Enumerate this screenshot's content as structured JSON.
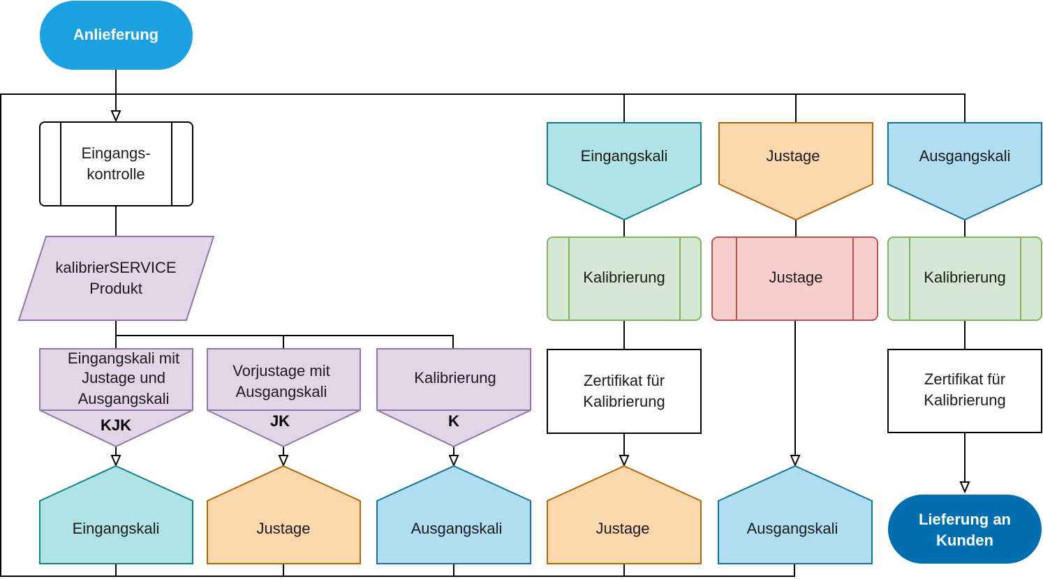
{
  "colors": {
    "start_fill": "#1ba1e2",
    "end_fill": "#006eaf",
    "teal_fill": "#b0e3e6",
    "teal_stroke": "#0e8088",
    "orange_fill": "#fad7ac",
    "orange_stroke": "#b46504",
    "blue_fill": "#b1ddf0",
    "blue_stroke": "#10739e",
    "green_fill": "#d5e8d4",
    "green_stroke": "#82b366",
    "red_fill": "#f8cecc",
    "red_stroke": "#b85450",
    "purple_fill": "#e1d5e7",
    "purple_stroke": "#9673a6"
  },
  "nodes": {
    "start": "Anlieferung",
    "eingangskontrolle": [
      "Eingangs-",
      "kontrolle"
    ],
    "produkt": [
      "kalibrierSERVICE",
      "Produkt"
    ],
    "kjk": {
      "lines": [
        "Eingangskali mit",
        "Justage und",
        "Ausgangskali"
      ],
      "code": "KJK"
    },
    "jk": {
      "lines": [
        "Vorjustage mit",
        "Ausgangskali"
      ],
      "code": "JK"
    },
    "k": {
      "lines": [
        "Kalibrierung"
      ],
      "code": "K"
    },
    "offpage_eingangskali_out": "Eingangskali",
    "offpage_justage_out_1": "Justage",
    "offpage_ausgangskali_out_1": "Ausgangskali",
    "offpage_eingangskali_in": "Eingangskali",
    "offpage_justage_in": "Justage",
    "offpage_ausgangskali_in": "Ausgangskali",
    "kalibrierung_1": "Kalibrierung",
    "justage_process": "Justage",
    "kalibrierung_2": "Kalibrierung",
    "zertifikat_1": [
      "Zertifikat für",
      "Kalibrierung"
    ],
    "zertifikat_2": [
      "Zertifikat für",
      "Kalibrierung"
    ],
    "offpage_justage_out_2": "Justage",
    "offpage_ausgangskali_out_2": "Ausgangskali",
    "end": [
      "Lieferung an",
      "Kunden"
    ]
  }
}
